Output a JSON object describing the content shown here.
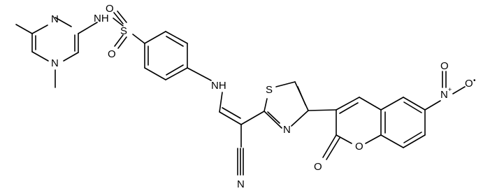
{
  "diagram": {
    "type": "chemical-structure",
    "colors": {
      "ink": "#000000",
      "background": "#ffffff"
    },
    "atom_labels": {
      "pyr_n1": "N",
      "pyr_n2": "N",
      "sulfonamide_nh": "NH",
      "sulfur_sulfonyl": "S",
      "sulfonyl_o1": "O",
      "sulfonyl_o2": "O",
      "amine_nh": "NH",
      "thiazole_s": "S",
      "thiazole_n": "N",
      "nitrile_n": "N",
      "nitro_n": "N",
      "nitro_n_charge": "+",
      "nitro_o_top": "O",
      "nitro_o_right": "O",
      "nitro_o_radical": "•",
      "lactone_o": "O",
      "carbonyl_o": "O"
    }
  }
}
